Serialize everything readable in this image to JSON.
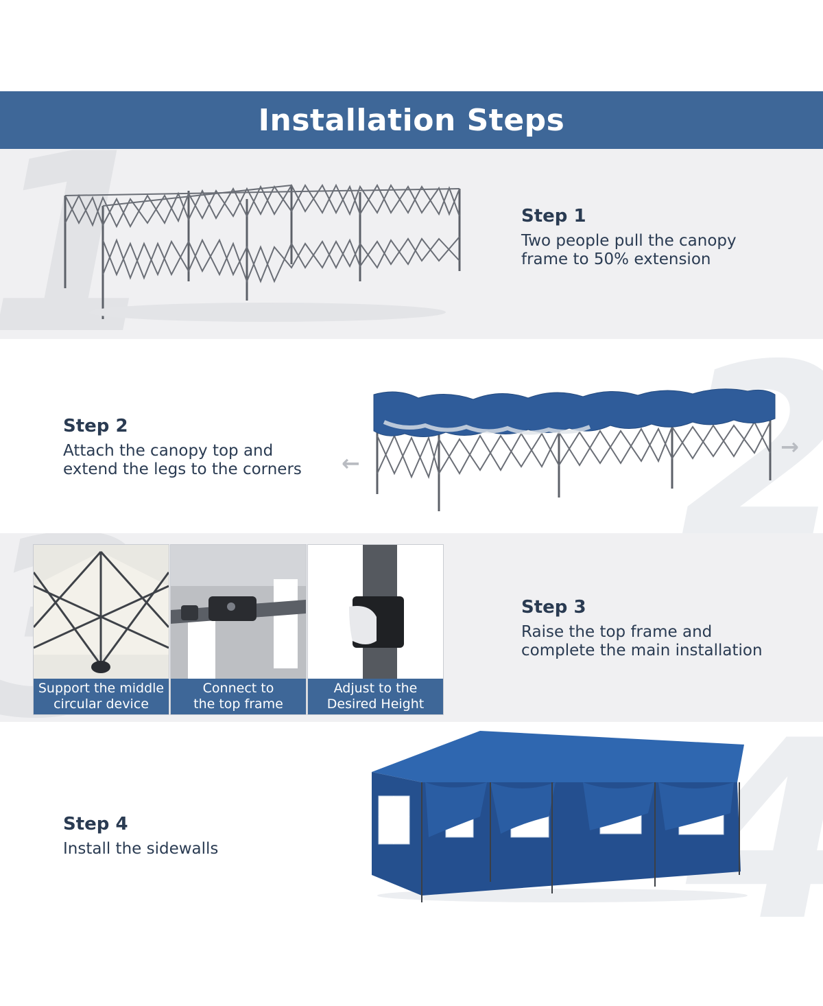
{
  "header": {
    "title": "Installation Steps"
  },
  "steps": [
    {
      "number": "1",
      "title": "Step 1",
      "description": "Two people pull the canopy\nframe to 50% extension"
    },
    {
      "number": "2",
      "title": "Step 2",
      "description": "Attach the canopy top and\nextend the legs to the corners"
    },
    {
      "number": "3",
      "title": "Step 3",
      "description": "Raise the top frame and\ncomplete the main installation"
    },
    {
      "number": "4",
      "title": "Step 4",
      "description": "Install the sidewalls"
    }
  ],
  "step3_tiles": [
    {
      "caption": "Support the middle\ncircular device"
    },
    {
      "caption": "Connect to\nthe top frame"
    },
    {
      "caption": "Adjust to the\nDesired Height"
    }
  ],
  "colors": {
    "banner": "#3e6798",
    "canopy": "#2f5c9a",
    "text": "#2a3b52"
  },
  "icons": {
    "left_arrow": "arrow-left-icon",
    "right_arrow": "arrow-right-icon"
  }
}
